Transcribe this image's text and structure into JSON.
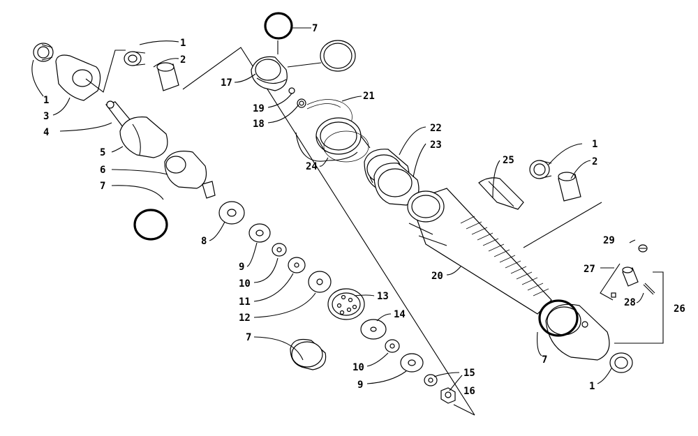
{
  "diagram": {
    "callouts": {
      "c1_top": "1",
      "c2_top": "2",
      "c1_left": "1",
      "c3": "3",
      "c4": "4",
      "c5": "5",
      "c6": "6",
      "c7_left": "7",
      "c8": "8",
      "c9_a": "9",
      "c10_a": "10",
      "c11": "11",
      "c12": "12",
      "c7_bottom": "7",
      "c13": "13",
      "c14": "14",
      "c10_b": "10",
      "c15": "15",
      "c9_b": "9",
      "c16": "16",
      "c7_top": "7",
      "c17": "17",
      "c19": "19",
      "c18": "18",
      "c21": "21",
      "c24": "24",
      "c22": "22",
      "c23": "23",
      "c25": "25",
      "c20": "20",
      "c1_right": "1",
      "c2_right": "2",
      "c29": "29",
      "c27": "27",
      "c28": "28",
      "c26": "26",
      "c7_right": "7",
      "c1_bottom": "1"
    }
  }
}
